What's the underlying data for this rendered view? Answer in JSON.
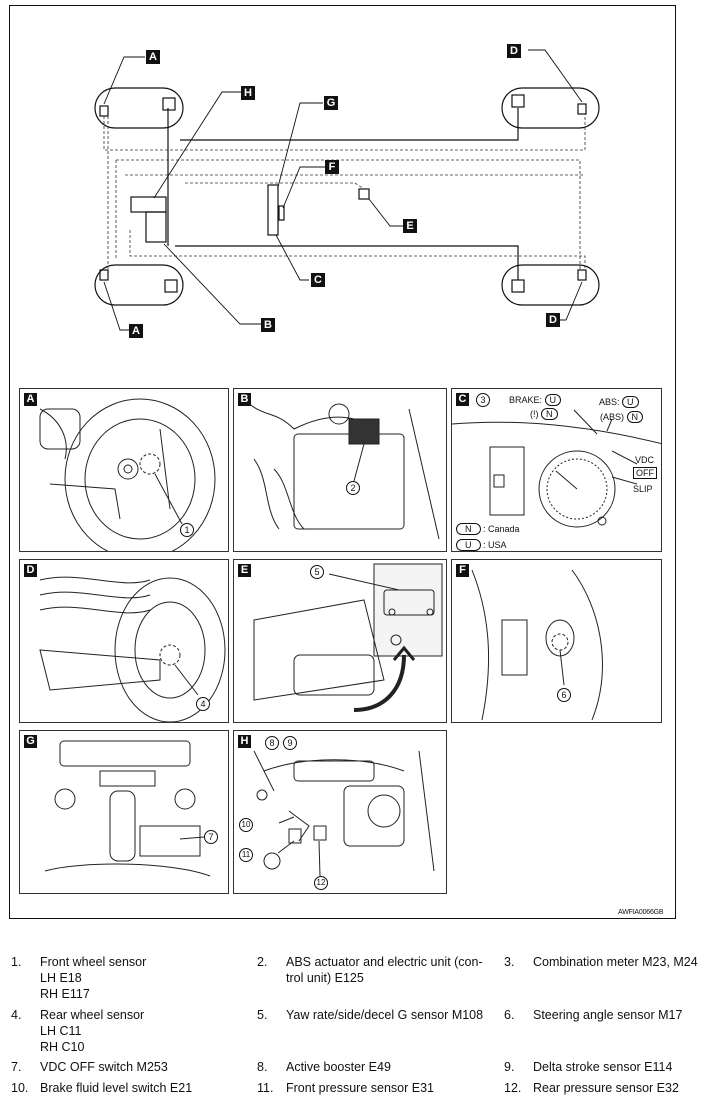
{
  "diagram_code": "AWFIA0066GB",
  "overview_callouts": {
    "a_top": "A",
    "a_bottom": "A",
    "d_top": "D",
    "d_bottom": "D",
    "h": "H",
    "g": "G",
    "f": "F",
    "e": "E",
    "c": "C",
    "b": "B"
  },
  "panels": {
    "a": {
      "tag": "A",
      "nums": [
        "1"
      ]
    },
    "b": {
      "tag": "B",
      "nums": [
        "2"
      ]
    },
    "c": {
      "tag": "C",
      "nums": [
        "3"
      ],
      "brake_label": "BRAKE:",
      "brake_u": "U",
      "brake_n": "N",
      "abs_label": "ABS:",
      "abs_u": "U",
      "abs_n": "N",
      "vdc": "VDC",
      "off": "OFF",
      "slip": "SLIP",
      "legend_n": "N",
      "legend_n_text": ": Canada",
      "legend_u": "U",
      "legend_u_text": ": USA"
    },
    "d": {
      "tag": "D",
      "nums": [
        "4"
      ]
    },
    "e": {
      "tag": "E",
      "nums": [
        "5"
      ]
    },
    "f": {
      "tag": "F",
      "nums": [
        "6"
      ]
    },
    "g": {
      "tag": "G",
      "nums": [
        "7"
      ]
    },
    "h": {
      "tag": "H",
      "nums": [
        "8",
        "9",
        "10",
        "11",
        "12"
      ]
    }
  },
  "legend": [
    {
      "num": "1.",
      "lines": [
        "Front wheel sensor",
        "LH E18",
        "RH E117"
      ]
    },
    {
      "num": "2.",
      "lines": [
        "ABS actuator and electric unit (con-",
        "trol unit) E125"
      ]
    },
    {
      "num": "3.",
      "lines": [
        "Combination meter M23, M24"
      ]
    },
    {
      "num": "4.",
      "lines": [
        "Rear wheel sensor",
        "LH C11",
        "RH C10"
      ]
    },
    {
      "num": "5.",
      "lines": [
        "Yaw rate/side/decel G sensor M108"
      ]
    },
    {
      "num": "6.",
      "lines": [
        "Steering angle sensor M17"
      ]
    },
    {
      "num": "7.",
      "lines": [
        "VDC OFF switch M253"
      ]
    },
    {
      "num": "8.",
      "lines": [
        "Active booster E49"
      ]
    },
    {
      "num": "9.",
      "lines": [
        "Delta stroke sensor E114"
      ]
    },
    {
      "num": "10.",
      "lines": [
        "Brake fluid level switch E21"
      ]
    },
    {
      "num": "11.",
      "lines": [
        "Front pressure sensor E31"
      ]
    },
    {
      "num": "12.",
      "lines": [
        "Rear pressure sensor E32"
      ]
    }
  ]
}
